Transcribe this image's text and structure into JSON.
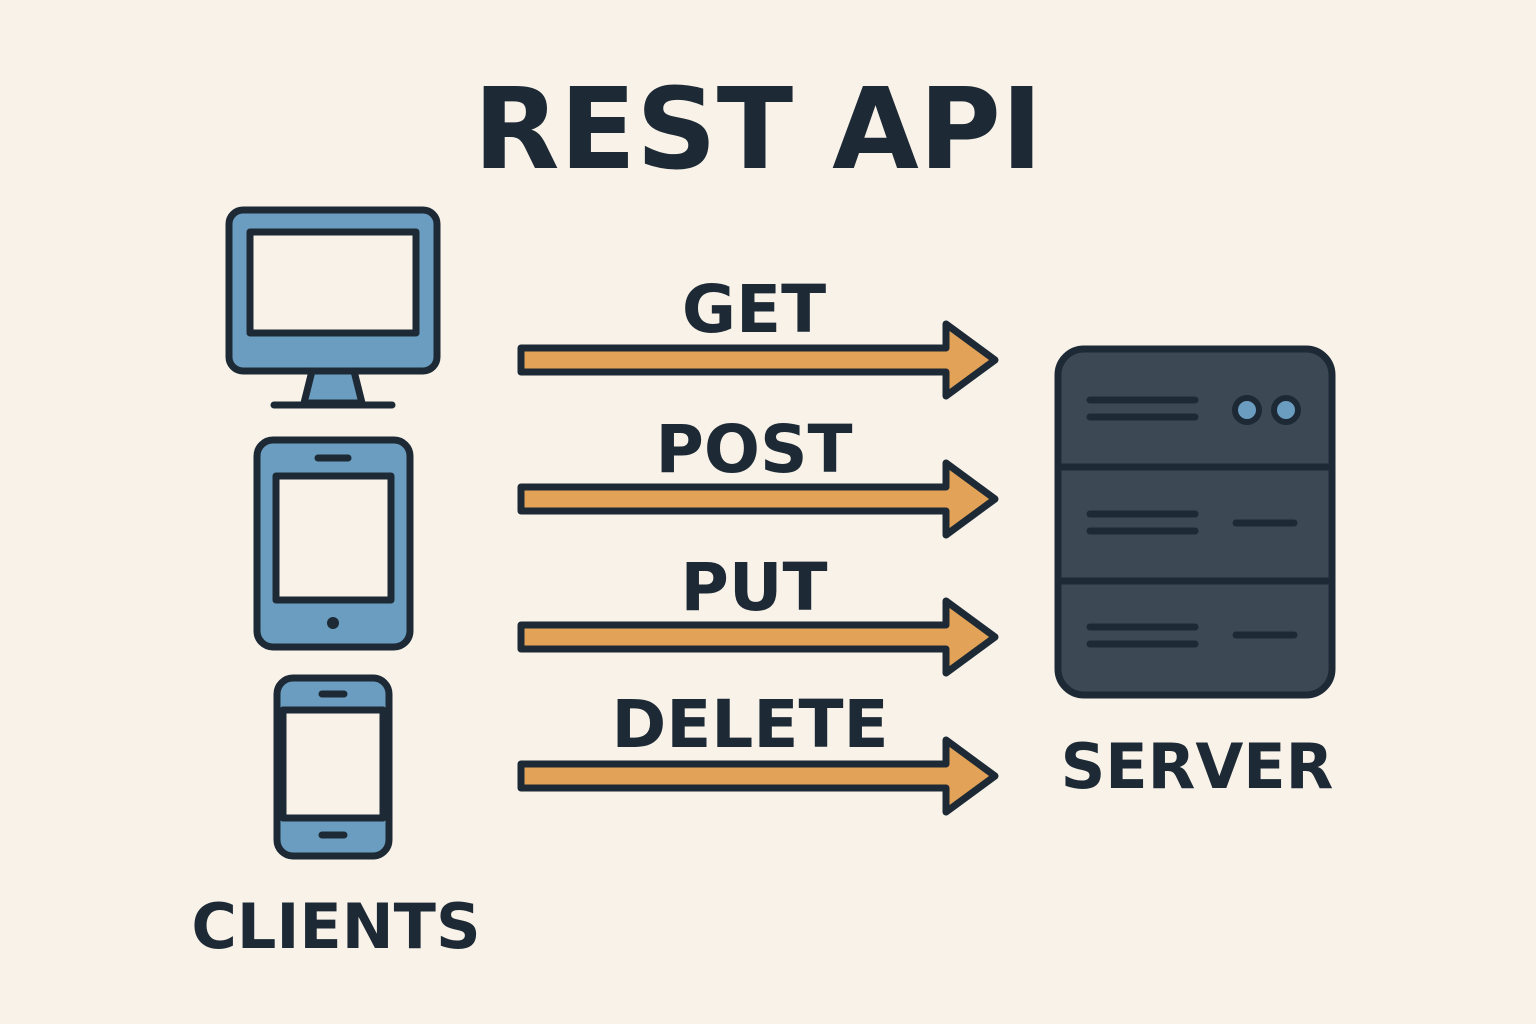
{
  "title": "REST API",
  "clients_label": "CLIENTS",
  "server_label": "SERVER",
  "methods": [
    {
      "label": "GET"
    },
    {
      "label": "POST"
    },
    {
      "label": "PUT"
    },
    {
      "label": "DELETE"
    }
  ],
  "icons": {
    "clients": [
      "desktop-monitor-icon",
      "tablet-icon",
      "smartphone-icon"
    ],
    "server": "server-rack-icon"
  },
  "colors": {
    "background": "#f8f2e9",
    "ink": "#1d2a35",
    "device_fill": "#6b9dc0",
    "screen_fill": "#f8f2e9",
    "arrow_fill": "#e2a358",
    "server_fill": "#3d4855"
  }
}
